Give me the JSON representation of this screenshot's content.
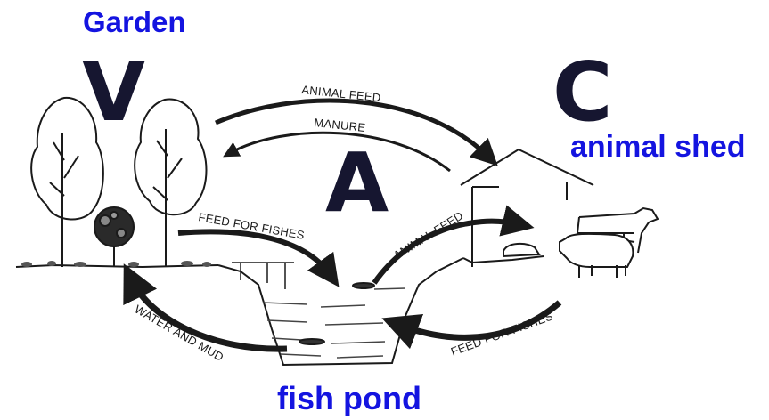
{
  "labels": {
    "garden": "Garden",
    "animal_shed": "animal shed",
    "fish_pond": "fish pond"
  },
  "letters": {
    "v": "V",
    "a": "A",
    "c": "C"
  },
  "flows": {
    "animal_feed_top": "ANIMAL FEED",
    "manure": "MANURE",
    "feed_for_fishes_left": "FEED FOR FISHES",
    "animal_feed_right": "ANIMAL FEED",
    "water_and_mud": "WATER AND MUD",
    "feed_for_fishes_right": "FEED FOR FISHES"
  },
  "colors": {
    "label_blue": "#1414e0",
    "letter_dark": "#161630",
    "line": "#1a1a1a"
  }
}
